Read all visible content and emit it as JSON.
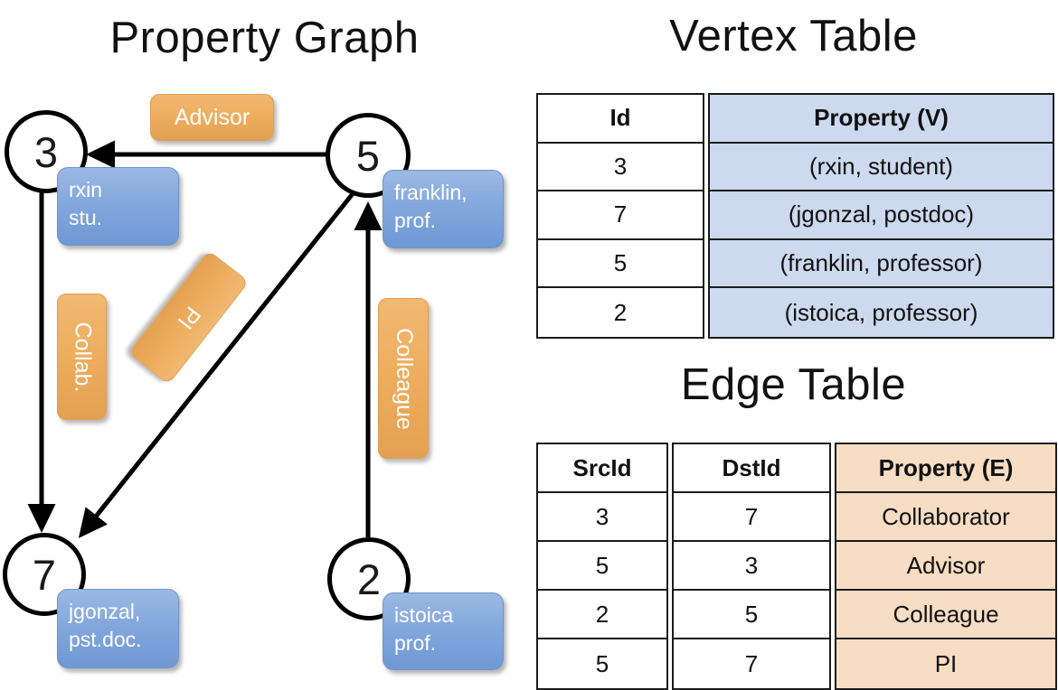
{
  "titles": {
    "property_graph": "Property Graph",
    "vertex_table": "Vertex Table",
    "edge_table": "Edge Table"
  },
  "colors": {
    "vertex_property_fill": "#ccd9ee",
    "edge_property_fill": "#f6ddc3",
    "vertex_box_fill": "#83a8dd",
    "edge_label_fill": "#eead5e",
    "node_stroke": "#000000",
    "background": "#ffffff"
  },
  "graph": {
    "nodes": [
      {
        "id": "3",
        "property_line1": "rxin",
        "property_line2": "stu."
      },
      {
        "id": "5",
        "property_line1": "franklin,",
        "property_line2": "prof."
      },
      {
        "id": "7",
        "property_line1": "jgonzal,",
        "property_line2": "pst.doc."
      },
      {
        "id": "2",
        "property_line1": "istoica",
        "property_line2": "prof."
      }
    ],
    "edge_labels": [
      {
        "label": "Advisor",
        "orientation": "horizontal"
      },
      {
        "label": "Collab.",
        "orientation": "vertical"
      },
      {
        "label": "PI",
        "orientation": "diagonal"
      },
      {
        "label": "Colleague",
        "orientation": "vertical"
      }
    ]
  },
  "vertex_table": {
    "headers": [
      "Id",
      "Property (V)"
    ],
    "rows": [
      {
        "id": "3",
        "property": "(rxin, student)"
      },
      {
        "id": "7",
        "property": "(jgonzal, postdoc)"
      },
      {
        "id": "5",
        "property": "(franklin, professor)"
      },
      {
        "id": "2",
        "property": "(istoica, professor)"
      }
    ]
  },
  "edge_table": {
    "headers": [
      "SrcId",
      "DstId",
      "Property (E)"
    ],
    "rows": [
      {
        "src": "3",
        "dst": "7",
        "property": "Collaborator"
      },
      {
        "src": "5",
        "dst": "3",
        "property": "Advisor"
      },
      {
        "src": "2",
        "dst": "5",
        "property": "Colleague"
      },
      {
        "src": "5",
        "dst": "7",
        "property": "PI"
      }
    ]
  }
}
